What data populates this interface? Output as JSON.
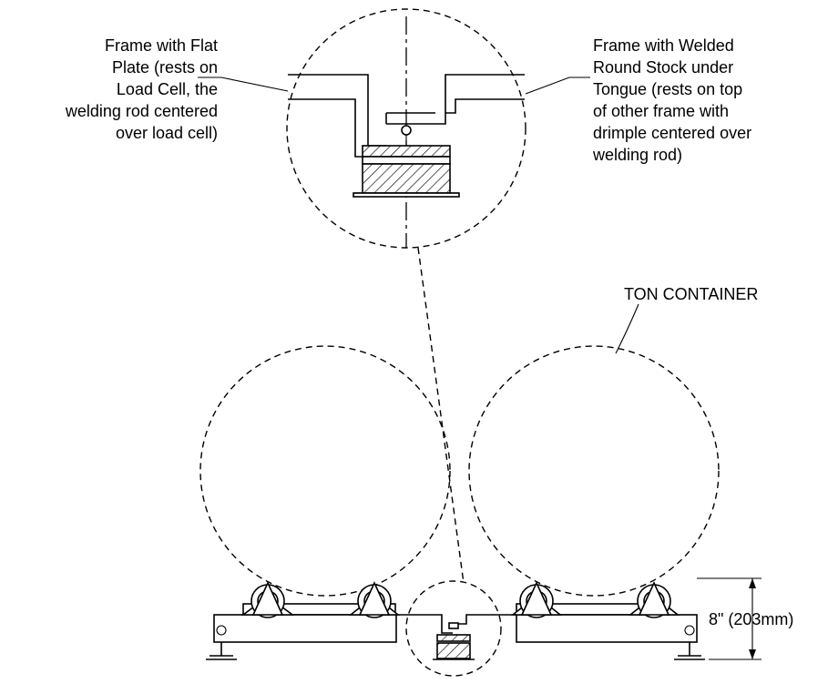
{
  "labels": {
    "left_callout": [
      "Frame with Flat",
      "Plate (rests on",
      "Load Cell, the",
      "welding rod centered",
      "over load cell)"
    ],
    "right_callout": [
      "Frame with Welded",
      "Round Stock under",
      "Tongue (rests on top",
      "of other frame with",
      "drimple centered over",
      "welding rod)"
    ],
    "container": "TON CONTAINER",
    "dimension": "8\" (203mm)"
  }
}
